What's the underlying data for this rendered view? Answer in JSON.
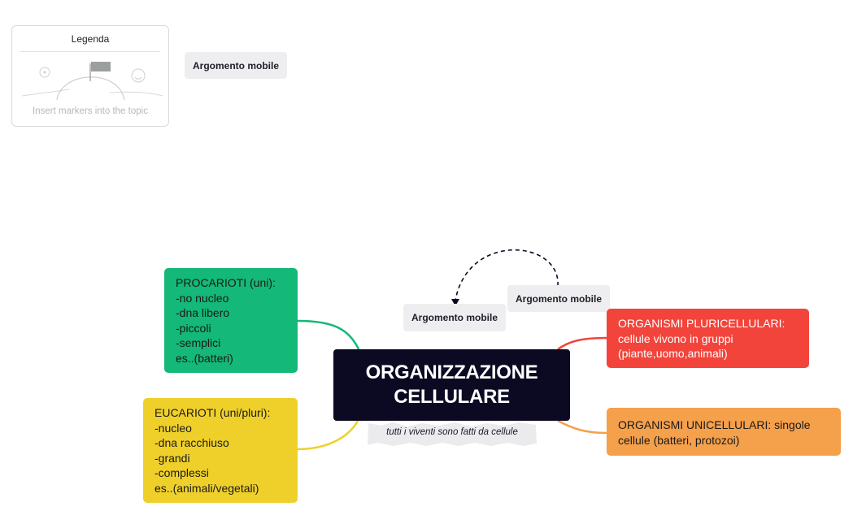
{
  "legend": {
    "title": "Legenda",
    "hint": "Insert markers into the topic"
  },
  "floating_topics": [
    "Argomento mobile",
    "Argomento mobile",
    "Argomento mobile"
  ],
  "central": {
    "title_line1": "ORGANIZZAZIONE",
    "title_line2": "CELLULARE",
    "note": "tutti i viventi sono fatti da cellule",
    "color": "#0b0a22"
  },
  "branches": [
    {
      "id": "procarioti",
      "text": "PROCARIOTI (uni):\n-no nucleo\n-dna libero\n-piccoli\n-semplici\nes..(batteri)",
      "color": "#14b878"
    },
    {
      "id": "eucarioti",
      "text": "EUCARIOTI (uni/pluri):\n-nucleo\n-dna racchiuso\n-grandi\n-complessi\nes..(animali/vegetali)",
      "color": "#efd02b"
    },
    {
      "id": "pluricellulari",
      "text": "ORGANISMI PLURICELLULARI:\ncellule vivono in gruppi\n(piante,uomo,animali)",
      "color": "#f2443b"
    },
    {
      "id": "unicellulari",
      "text": "ORGANISMI UNICELLULARI: singole\ncellule (batteri, protozoi)",
      "color": "#f5a04b"
    }
  ]
}
